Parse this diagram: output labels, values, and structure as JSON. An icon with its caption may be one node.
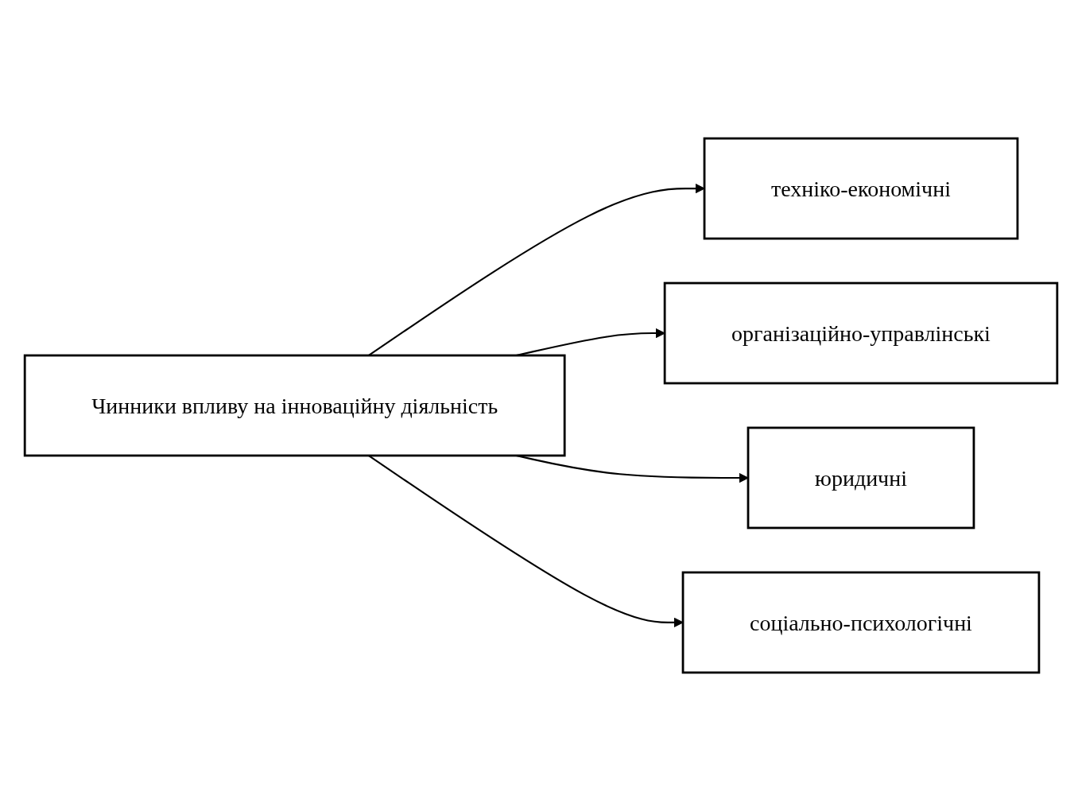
{
  "diagram": {
    "nodes": [
      {
        "text": [
          "Чинники впливу на інноваційну діяльність"
        ]
      },
      {
        "text": [
          "техніко-економічні"
        ]
      },
      {
        "text": [
          "організаційно-управлінські"
        ]
      },
      {
        "text": [
          "юридичні"
        ]
      },
      {
        "text": [
          "соціально-психологічні"
        ]
      }
    ],
    "edges": [
      {
        "from": 0,
        "to": 1,
        "arrow": "to"
      },
      {
        "from": 0,
        "to": 2,
        "arrow": "to"
      },
      {
        "from": 0,
        "to": 3,
        "arrow": "to"
      },
      {
        "from": 0,
        "to": 4,
        "arrow": "to"
      }
    ]
  }
}
